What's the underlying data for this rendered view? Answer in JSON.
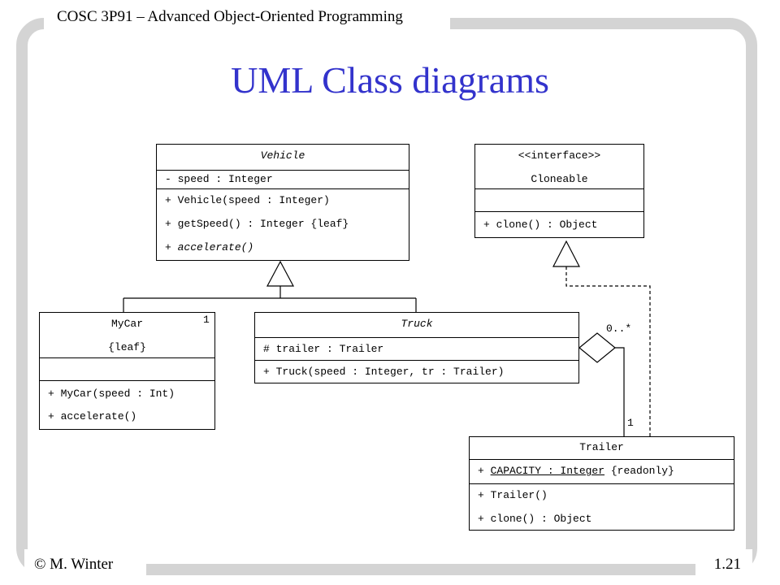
{
  "header": {
    "course": "COSC 3P91 – Advanced Object-Oriented Programming"
  },
  "footer": {
    "author": "© M. Winter",
    "page": "1.21"
  },
  "title": "UML Class diagrams",
  "colors": {
    "title": "#3333cc",
    "frame": "#d4d4d4"
  },
  "classes": {
    "vehicle": {
      "name": "Vehicle",
      "attributes": [
        "- speed : Integer"
      ],
      "operations": [
        "+ Vehicle(speed : Integer)",
        "+ getSpeed() : Integer {leaf}",
        "+ accelerate()"
      ]
    },
    "cloneable": {
      "stereotype": "<<interface>>",
      "name": "Cloneable",
      "operations": [
        "+ clone() : Object"
      ]
    },
    "mycar": {
      "name": "MyCar",
      "property": "{leaf}",
      "multiplicity": "1",
      "operations": [
        "+ MyCar(speed : Int)",
        "+ accelerate()"
      ]
    },
    "truck": {
      "name": "Truck",
      "attributes": [
        "# trailer : Trailer"
      ],
      "operations": [
        "+ Truck(speed : Integer, tr : Trailer)"
      ]
    },
    "trailer": {
      "name": "Trailer",
      "attr_prefix": "+ ",
      "attr_static": "CAPACITY : Integer",
      "attr_suffix": " {readonly}",
      "operations": [
        "+ Trailer()",
        "+ clone() : Object"
      ]
    }
  },
  "associations": {
    "aggregate_multiplicity": "0..*",
    "part_multiplicity": "1"
  }
}
